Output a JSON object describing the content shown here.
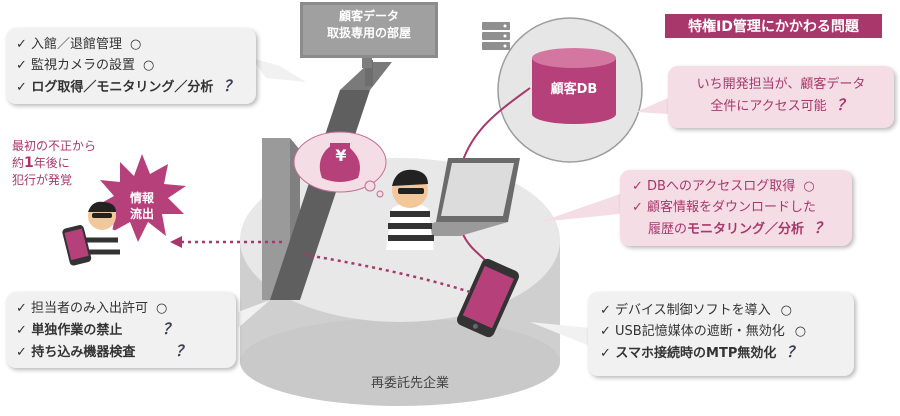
{
  "header": {
    "title": "特権ID管理にかかわる問題"
  },
  "sign": {
    "line1": "顧客データ",
    "line2": "取扱専用の部屋"
  },
  "db": {
    "label": "顧客DB"
  },
  "leak": {
    "line1": "情報",
    "line2": "流出"
  },
  "note": {
    "line1": "最初の不正から",
    "line2_pre": "約",
    "line2_num": "1",
    "line2_post": "年後に",
    "line3": "犯行が発覚"
  },
  "building": {
    "label": "再委託先企業"
  },
  "callouts": {
    "top_left": [
      {
        "text": "✓ 入館／退館管理",
        "mark": "○",
        "bold": false
      },
      {
        "text": "✓ 監視カメラの設置",
        "mark": "○",
        "bold": false
      },
      {
        "text": "✓ ログ取得／モニタリング／分析",
        "mark": "？",
        "bold": true
      }
    ],
    "db_access": {
      "line1": "いち開発担当が、顧客データ",
      "line2": "全件にアクセス可能",
      "mark": "？"
    },
    "log": [
      {
        "text": "✓ DBへのアクセスログ取得",
        "mark": "○",
        "bold": false
      },
      {
        "text": "✓ 顧客情報をダウンロードした",
        "mark": "",
        "bold": false
      }
    ],
    "log_line3_pre": "履歴の",
    "log_line3_bold": "モニタリング／分析",
    "log_line3_mark": "？",
    "bottom_left": [
      {
        "text": "✓ 担当者のみ入出許可",
        "mark": "○",
        "bold": false
      },
      {
        "text": "✓ 単独作業の禁止",
        "mark": "？",
        "bold": true
      },
      {
        "text": "✓ 持ち込み機器検査",
        "mark": "？",
        "bold": true
      }
    ],
    "bottom_right": [
      {
        "text": "✓ デバイス制御ソフトを導入",
        "mark": "○",
        "bold": false
      },
      {
        "text": "✓ USB記憶媒体の遮断・無効化",
        "mark": "○",
        "bold": false
      },
      {
        "text": "✓ スマホ接続時のMTP無効化",
        "mark": "？",
        "bold": true
      }
    ]
  },
  "money_icon": "¥",
  "colors": {
    "accent": "#a8386b",
    "phone": "#b6407a",
    "pale": "#f5dde6"
  }
}
